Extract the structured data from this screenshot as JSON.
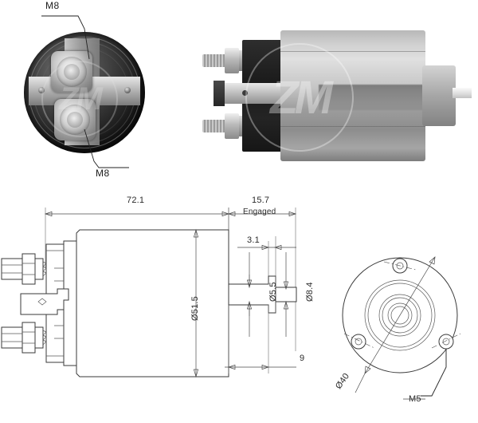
{
  "meta": {
    "subject": "starter-motor-solenoid",
    "brand_watermark": "ZM"
  },
  "photos": {
    "front_view": {
      "name": "front-end-cap-photo",
      "terminal_top_label": "M8",
      "terminal_bottom_label": "M8"
    },
    "side_view": {
      "name": "side-profile-photo"
    }
  },
  "callouts": {
    "top_terminal": "M8",
    "bottom_terminal": "M8"
  },
  "drawing": {
    "side_section": {
      "overall_length": "72.1",
      "body_diameter": "Ø51.5",
      "engaged_stroke": "15.7",
      "engaged_note": "Engaged",
      "collar_width": "3.1",
      "shaft_small_dia": "Ø5.5",
      "shaft_large_dia": "Ø8.4",
      "shaft_length": "9"
    },
    "end_view": {
      "bolt_circle": "Ø40",
      "mounting_thread": "M5"
    }
  },
  "colors": {
    "line": "#3a3a3a",
    "dim_line": "#4a4a4a",
    "text": "#2b2b2b",
    "paper": "#ffffff"
  }
}
